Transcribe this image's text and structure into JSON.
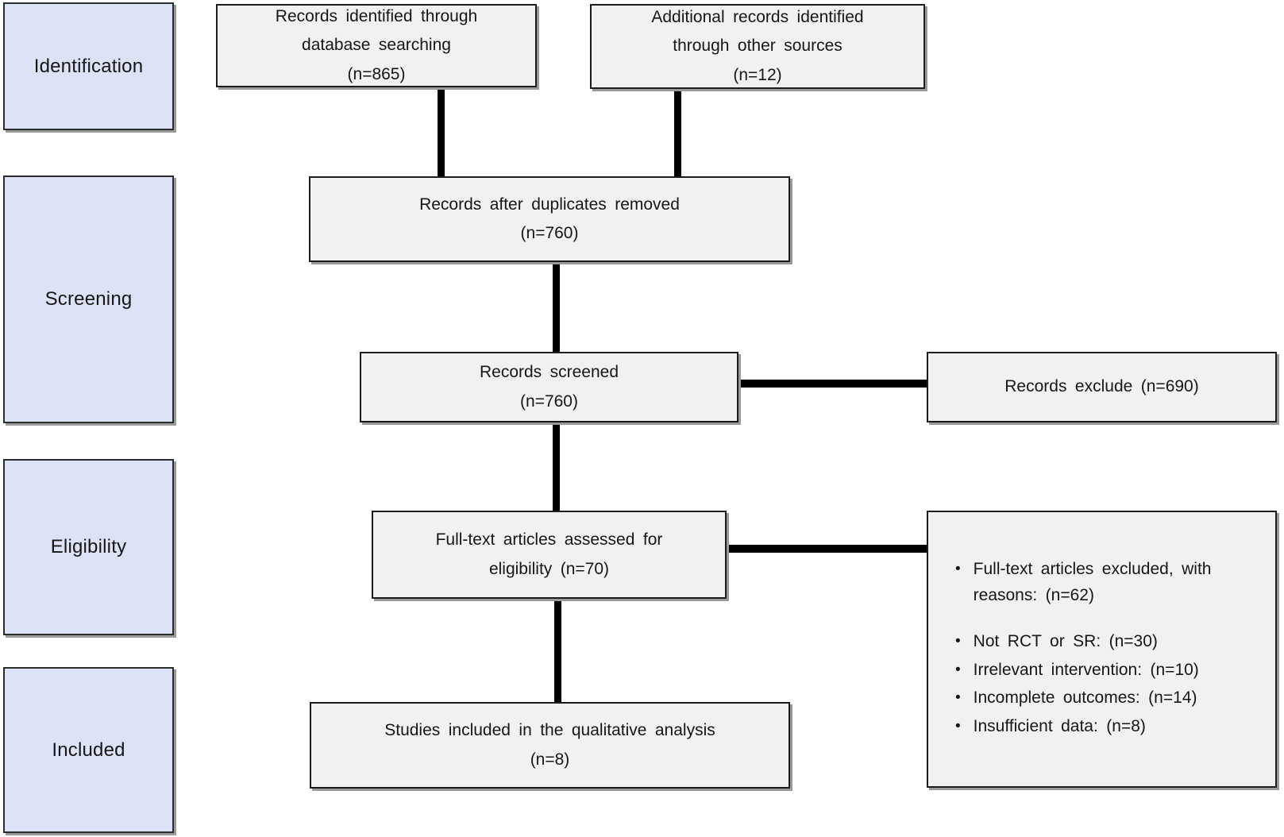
{
  "colors": {
    "stage_fill": "#dde3f6",
    "flow_fill": "#f1f1f1",
    "border": "#1c1c1c",
    "connector": "#000000",
    "background": "#ffffff"
  },
  "stages": {
    "identification": "Identification",
    "screening": "Screening",
    "eligibility": "Eligibility",
    "included": "Included"
  },
  "boxes": {
    "db_search": {
      "line1": "Records identified through",
      "line2": "database searching",
      "line3": "(n=865)"
    },
    "other_sources": {
      "line1": "Additional records identified",
      "line2": "through other sources",
      "line3": "(n=12)"
    },
    "after_duplicates": {
      "line1": "Records after duplicates removed",
      "line2": "(n=760)"
    },
    "screened": {
      "line1": "Records screened",
      "line2": "(n=760)"
    },
    "excluded": {
      "line1": "Records exclude (n=690)"
    },
    "fulltext": {
      "line1": "Full-text articles assessed for",
      "line2": "eligibility (n=70)"
    },
    "included_studies": {
      "line1": "Studies included in the qualitative analysis",
      "line2": "(n=8)"
    },
    "exclusion_reasons": {
      "glyph": "•",
      "items": [
        "Full-text articles excluded, with reasons: (n=62)",
        "Not RCT or SR: (n=30)",
        "Irrelevant intervention: (n=10)",
        "Incomplete outcomes: (n=14)",
        "Insufficient data: (n=8)"
      ]
    }
  }
}
